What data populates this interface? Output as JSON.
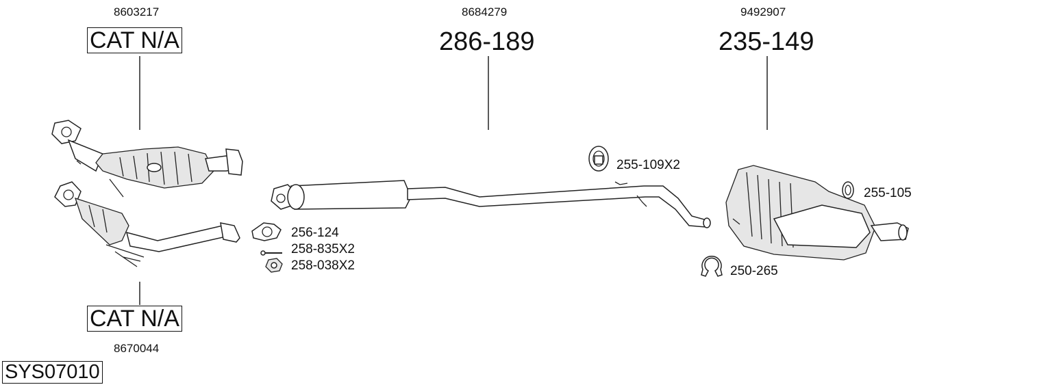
{
  "system_code": "SYS07010",
  "parts": {
    "cat_front": {
      "oem": "8603217",
      "label": "CAT N/A"
    },
    "cat_rear": {
      "oem": "8670044",
      "label": "CAT N/A"
    },
    "middle_pipe": {
      "oem": "8684279",
      "number": "286-189"
    },
    "rear_silencer": {
      "oem": "9492907",
      "number": "235-149"
    }
  },
  "fittings": {
    "gasket": "256-124",
    "bolt": "258-835X2",
    "nut": "258-038X2",
    "rubber_hanger": "255-109X2",
    "ring": "255-105",
    "clamp": "250-265"
  }
}
